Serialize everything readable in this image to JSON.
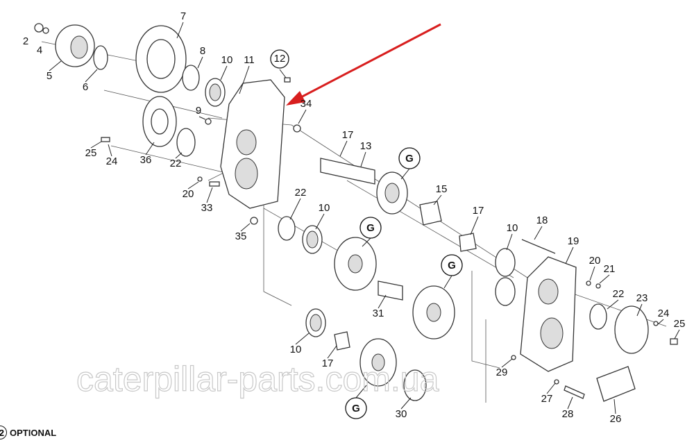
{
  "diagram": {
    "callouts": [
      "2",
      "4",
      "5",
      "6",
      "7",
      "8",
      "10",
      "11",
      "12",
      "9",
      "34",
      "25",
      "24",
      "36",
      "22",
      "20",
      "33",
      "35",
      "17",
      "13",
      "G",
      "15",
      "22",
      "10",
      "G",
      "17",
      "10",
      "18",
      "19",
      "G",
      "20",
      "21",
      "22",
      "23",
      "24",
      "25",
      "31",
      "10",
      "17",
      "29",
      "27",
      "28",
      "26",
      "G",
      "30"
    ],
    "watermark": "caterpillar-parts.com.ua",
    "arrow_color": "#d81e1e"
  },
  "legend": {
    "symbol": "2",
    "label": "OPTIONAL"
  }
}
